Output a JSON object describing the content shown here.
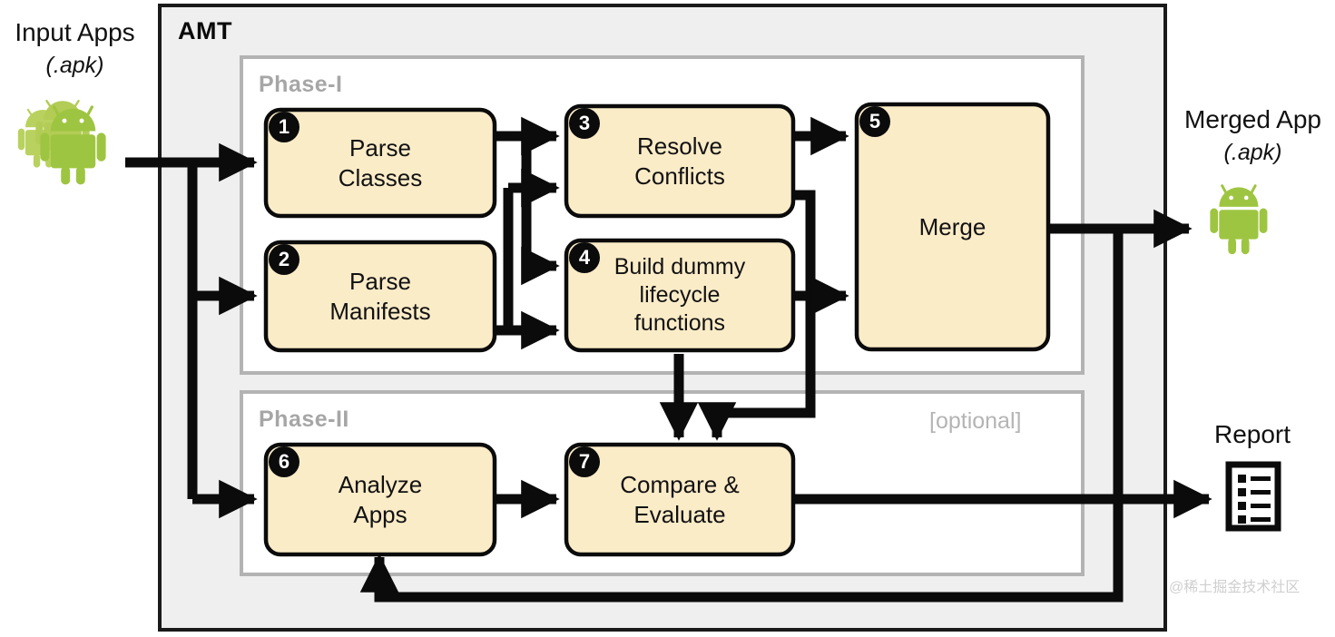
{
  "diagram": {
    "title": "AMT workflow diagram",
    "container_label": "AMT",
    "phases": [
      {
        "label": "Phase-I"
      },
      {
        "label": "Phase-II",
        "tag": "[optional]"
      }
    ],
    "external": {
      "input": {
        "title": "Input Apps",
        "subtitle": "(.apk)",
        "icon": "android-apps-icon"
      },
      "output_app": {
        "title": "Merged App",
        "subtitle": "(.apk)",
        "icon": "android-icon"
      },
      "output_report": {
        "title": "Report",
        "icon": "report-document-icon"
      }
    },
    "steps": [
      {
        "num": "1",
        "label": "Parse\nClasses",
        "phase": "Phase-I"
      },
      {
        "num": "2",
        "label": "Parse\nManifests",
        "phase": "Phase-I"
      },
      {
        "num": "3",
        "label": "Resolve\nConflicts",
        "phase": "Phase-I"
      },
      {
        "num": "4",
        "label": "Build dummy\nlifecycle\nfunctions",
        "phase": "Phase-I"
      },
      {
        "num": "5",
        "label": "Merge",
        "phase": "Phase-I"
      },
      {
        "num": "6",
        "label": "Analyze\nApps",
        "phase": "Phase-II"
      },
      {
        "num": "7",
        "label": "Compare &\nEvaluate",
        "phase": "Phase-II"
      }
    ],
    "edges": [
      {
        "from": "Input Apps",
        "to": "1"
      },
      {
        "from": "Input Apps",
        "to": "2"
      },
      {
        "from": "Input Apps",
        "to": "6"
      },
      {
        "from": "1",
        "to": "3"
      },
      {
        "from": "1",
        "to": "4"
      },
      {
        "from": "2",
        "to": "3"
      },
      {
        "from": "2",
        "to": "4"
      },
      {
        "from": "3",
        "to": "5"
      },
      {
        "from": "3",
        "to": "7"
      },
      {
        "from": "4",
        "to": "5"
      },
      {
        "from": "4",
        "to": "7"
      },
      {
        "from": "5",
        "to": "Merged App"
      },
      {
        "from": "5",
        "to": "6"
      },
      {
        "from": "6",
        "to": "7"
      },
      {
        "from": "7",
        "to": "Report"
      }
    ],
    "watermark": "@稀土掘金技术社区",
    "colors": {
      "box_fill": "#fbecc8",
      "box_stroke": "#0b0b0b",
      "container_fill": "#efefef",
      "container_stroke": "#1a1a1a",
      "phase_fill": "#ffffff",
      "phase_stroke": "#b3b3b3",
      "phase_label": "#a6a6a6",
      "connector": "#0b0b0b",
      "android_green": "#9ec541",
      "android_green_back": "#b9d25f"
    }
  }
}
